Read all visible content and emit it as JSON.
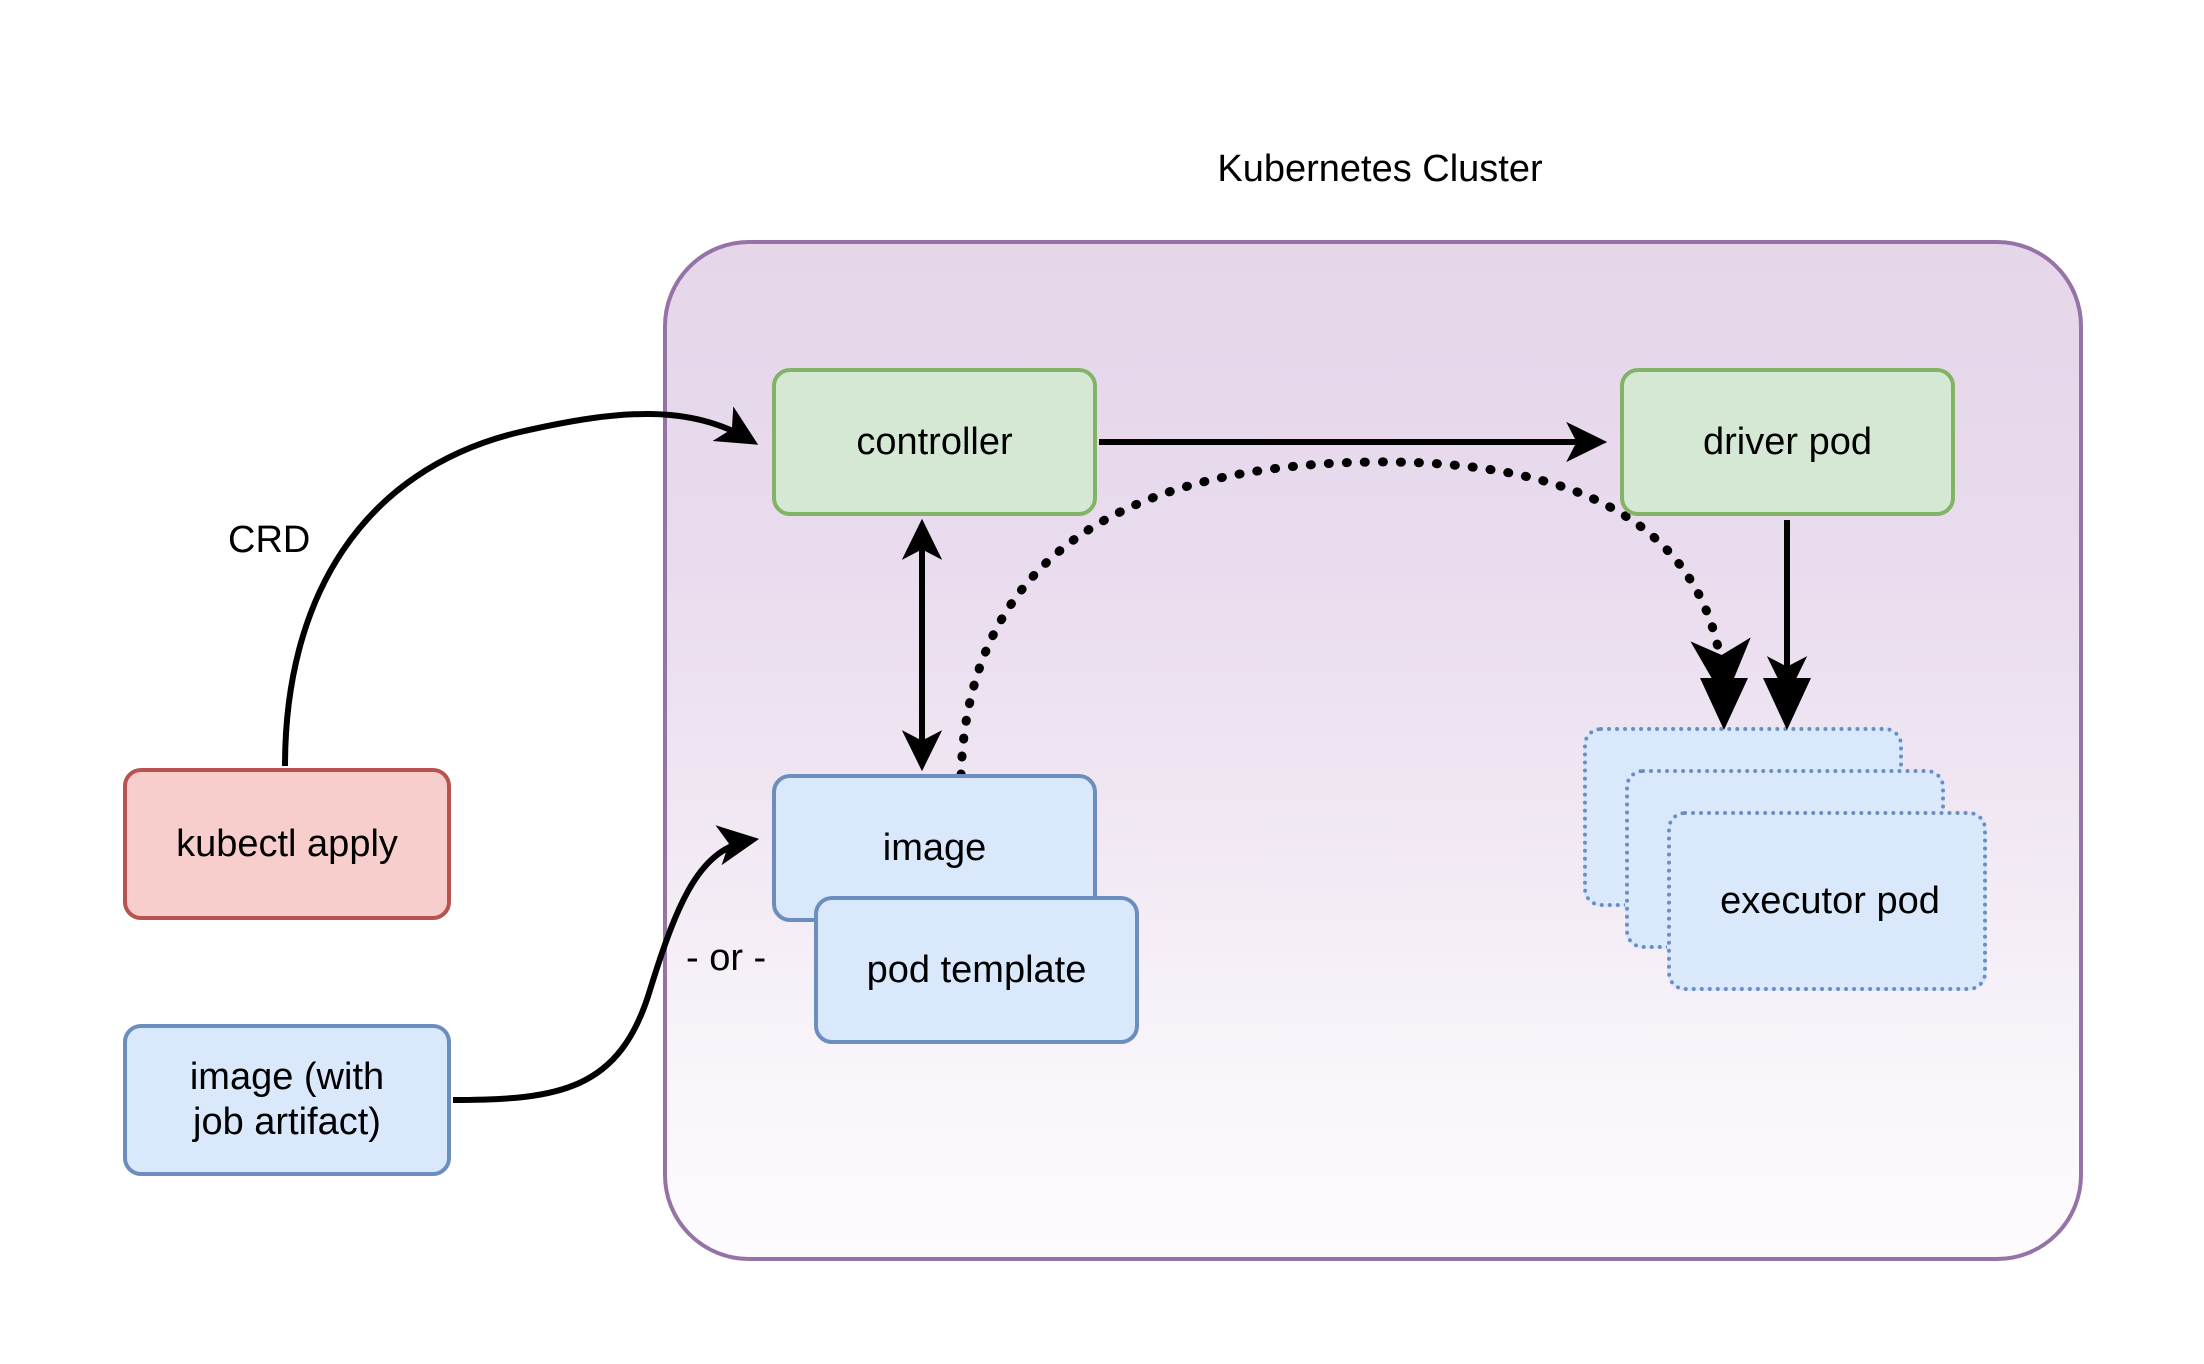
{
  "diagram": {
    "title": "Kubernetes Cluster",
    "cluster": {
      "label": "Kubernetes Cluster",
      "border_color": "#9673a6",
      "fill_top": "#e5d6ea",
      "fill_bottom": "#fdfbfd"
    },
    "nodes": {
      "controller": {
        "label": "controller",
        "fill": "#d5e8d4",
        "stroke": "#82b366",
        "style": "solid"
      },
      "driver_pod": {
        "label": "driver pod",
        "fill": "#d5e8d4",
        "stroke": "#82b366",
        "style": "solid"
      },
      "executor_pod_1": {
        "label": "executor pod",
        "fill": "#dae8fc",
        "stroke": "#6c8ebf",
        "style": "dotted"
      },
      "executor_pod_2": {
        "label": "executor pod",
        "fill": "#dae8fc",
        "stroke": "#6c8ebf",
        "style": "dotted"
      },
      "executor_pod_3": {
        "label": "executor pod",
        "fill": "#dae8fc",
        "stroke": "#6c8ebf",
        "style": "dotted"
      },
      "image": {
        "label": "image",
        "fill": "#dae8fc",
        "stroke": "#6c8ebf",
        "style": "solid"
      },
      "pod_template": {
        "label": "pod template",
        "fill": "#dae8fc",
        "stroke": "#6c8ebf",
        "style": "solid"
      },
      "kubectl_apply": {
        "label": "kubectl apply",
        "fill": "#f8cecc",
        "stroke": "#b85450",
        "style": "solid"
      },
      "image_with_job_artifact": {
        "label": "image (with\njob artifact)",
        "fill": "#dae8fc",
        "stroke": "#6c8ebf",
        "style": "solid"
      }
    },
    "edge_labels": {
      "crd": "CRD",
      "or": "- or -"
    },
    "edges": [
      {
        "from": "kubectl_apply",
        "to": "controller",
        "label": "CRD",
        "style": "solid",
        "arrow": "end"
      },
      {
        "from": "controller",
        "to": "driver_pod",
        "label": "",
        "style": "solid",
        "arrow": "end"
      },
      {
        "from": "controller",
        "to": "image",
        "label": "",
        "style": "solid",
        "arrow": "both"
      },
      {
        "from": "image",
        "to": "executor_pod_1",
        "label": "",
        "style": "dotted",
        "arrow": "end"
      },
      {
        "from": "driver_pod",
        "to": "executor_pod_1",
        "label": "",
        "style": "solid",
        "arrow": "end"
      },
      {
        "from": "image_with_job_artifact",
        "to": "image",
        "label": "",
        "style": "solid",
        "arrow": "end"
      }
    ],
    "stroke_color": "#000000"
  }
}
